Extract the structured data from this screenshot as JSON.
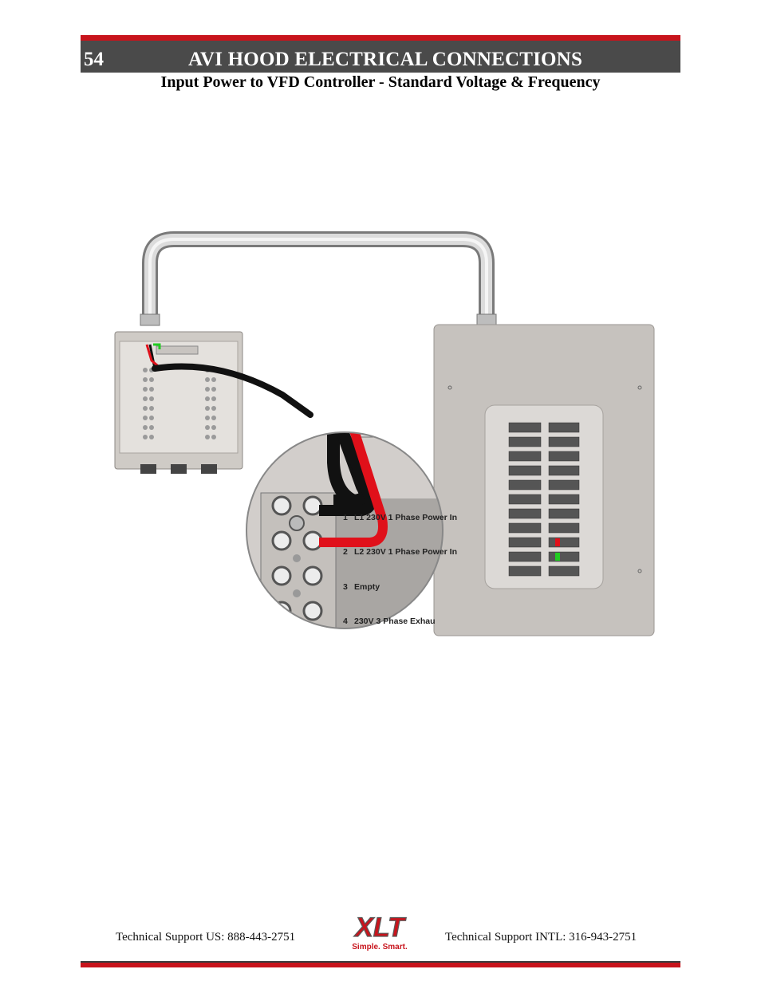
{
  "header": {
    "page_number": "54",
    "title": "AVI HOOD ELECTRICAL CONNECTIONS"
  },
  "subtitle": "Input Power to VFD Controller - Standard Voltage & Frequency",
  "diagram": {
    "terminal_labels": [
      {
        "num": "1",
        "text": "L1  230V  1 Phase Power In"
      },
      {
        "num": "2",
        "text": "L2 230V  1 Phase Power In"
      },
      {
        "num": "3",
        "text": "Empty"
      },
      {
        "num": "4",
        "text": "230V 3 Phase Exhau"
      }
    ]
  },
  "footer": {
    "support_us": "Technical Support  US:  888-443-2751",
    "support_intl": "Technical Support  INTL:  316-943-2751",
    "logo_text": "XLT",
    "logo_tagline": "Simple. Smart."
  },
  "colors": {
    "brand_red": "#c8141c",
    "header_gray": "#4a4a4a",
    "wire_red": "#e0101a",
    "wire_green": "#22cc22"
  }
}
